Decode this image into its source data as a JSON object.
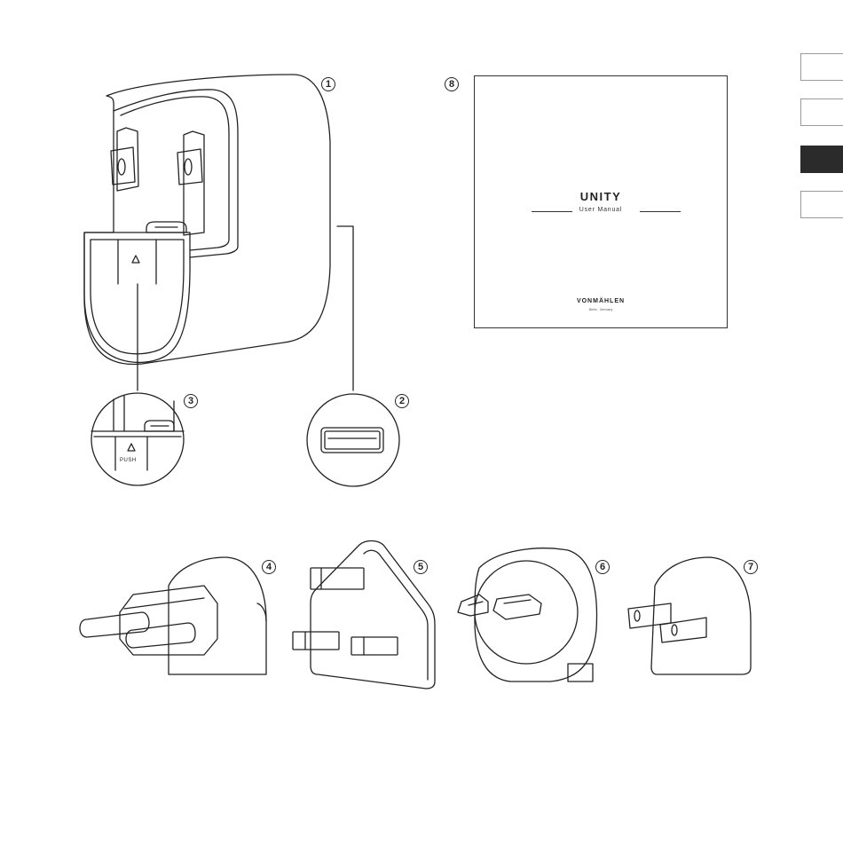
{
  "callouts": {
    "c1": "1",
    "c2": "2",
    "c3": "3",
    "c4": "4",
    "c5": "5",
    "c6": "6",
    "c7": "7",
    "c8": "8"
  },
  "manual": {
    "title": "UNITY",
    "subtitle": "User Manual",
    "brand": "VONMÄHLEN",
    "tagline": "Berlin · Germany"
  },
  "detail": {
    "push_label": "PUSH",
    "arrow_glyph": "△"
  },
  "tabs": [
    {
      "active": false
    },
    {
      "active": false
    },
    {
      "active": true
    },
    {
      "active": false
    }
  ],
  "colors": {
    "line": "#222222",
    "active_tab": "#2b2b2b"
  }
}
